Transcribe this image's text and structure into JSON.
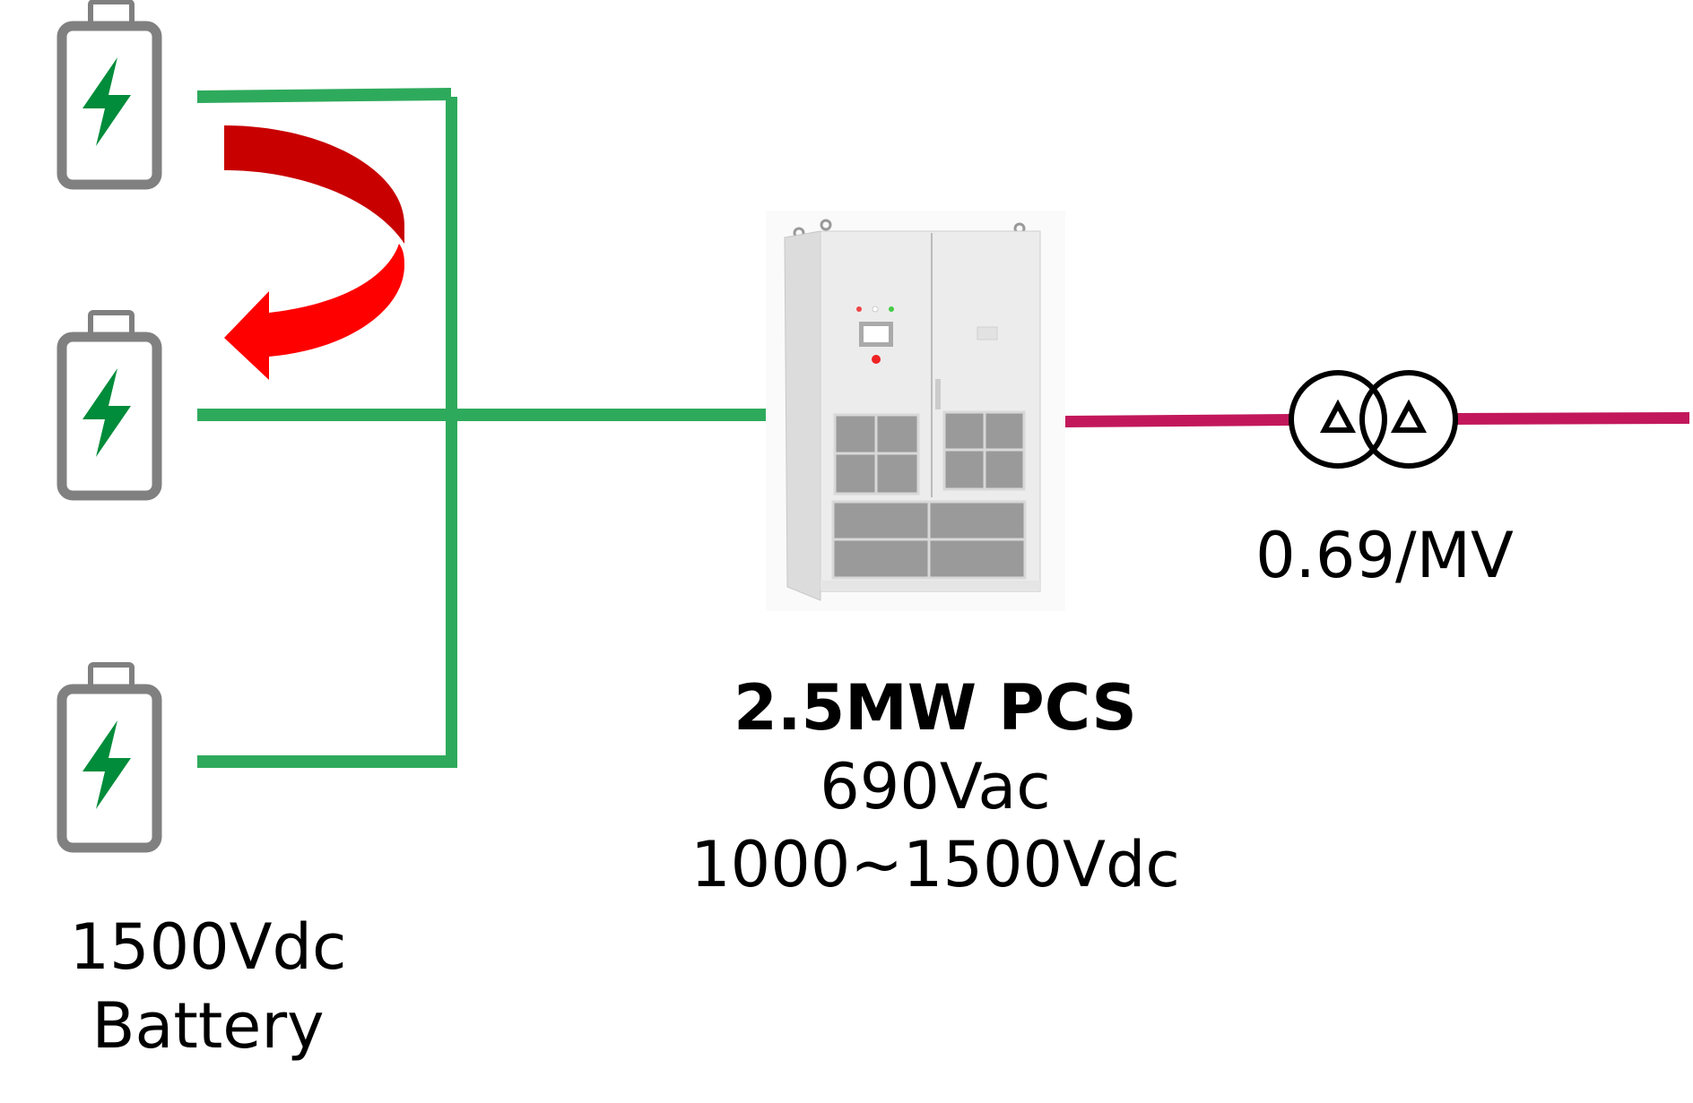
{
  "battery": {
    "voltage": "1500Vdc",
    "label": "Battery",
    "count": 3
  },
  "pcs": {
    "title": "2.5MW PCS",
    "ac": "690Vac",
    "dc": "1000~1500Vdc"
  },
  "transformer": {
    "label": "0.69/MV"
  },
  "colors": {
    "dc_bus": "#2eaa5c",
    "ac_line": "#c2185b",
    "battery_outline": "#808080",
    "bolt": "#008c3a",
    "arrow_dark": "#c80000",
    "arrow_light": "#ff0000"
  },
  "icons": [
    "battery-icon",
    "lightning-bolt-icon",
    "curved-arrow-icon",
    "pcs-cabinet-icon",
    "transformer-icon"
  ]
}
